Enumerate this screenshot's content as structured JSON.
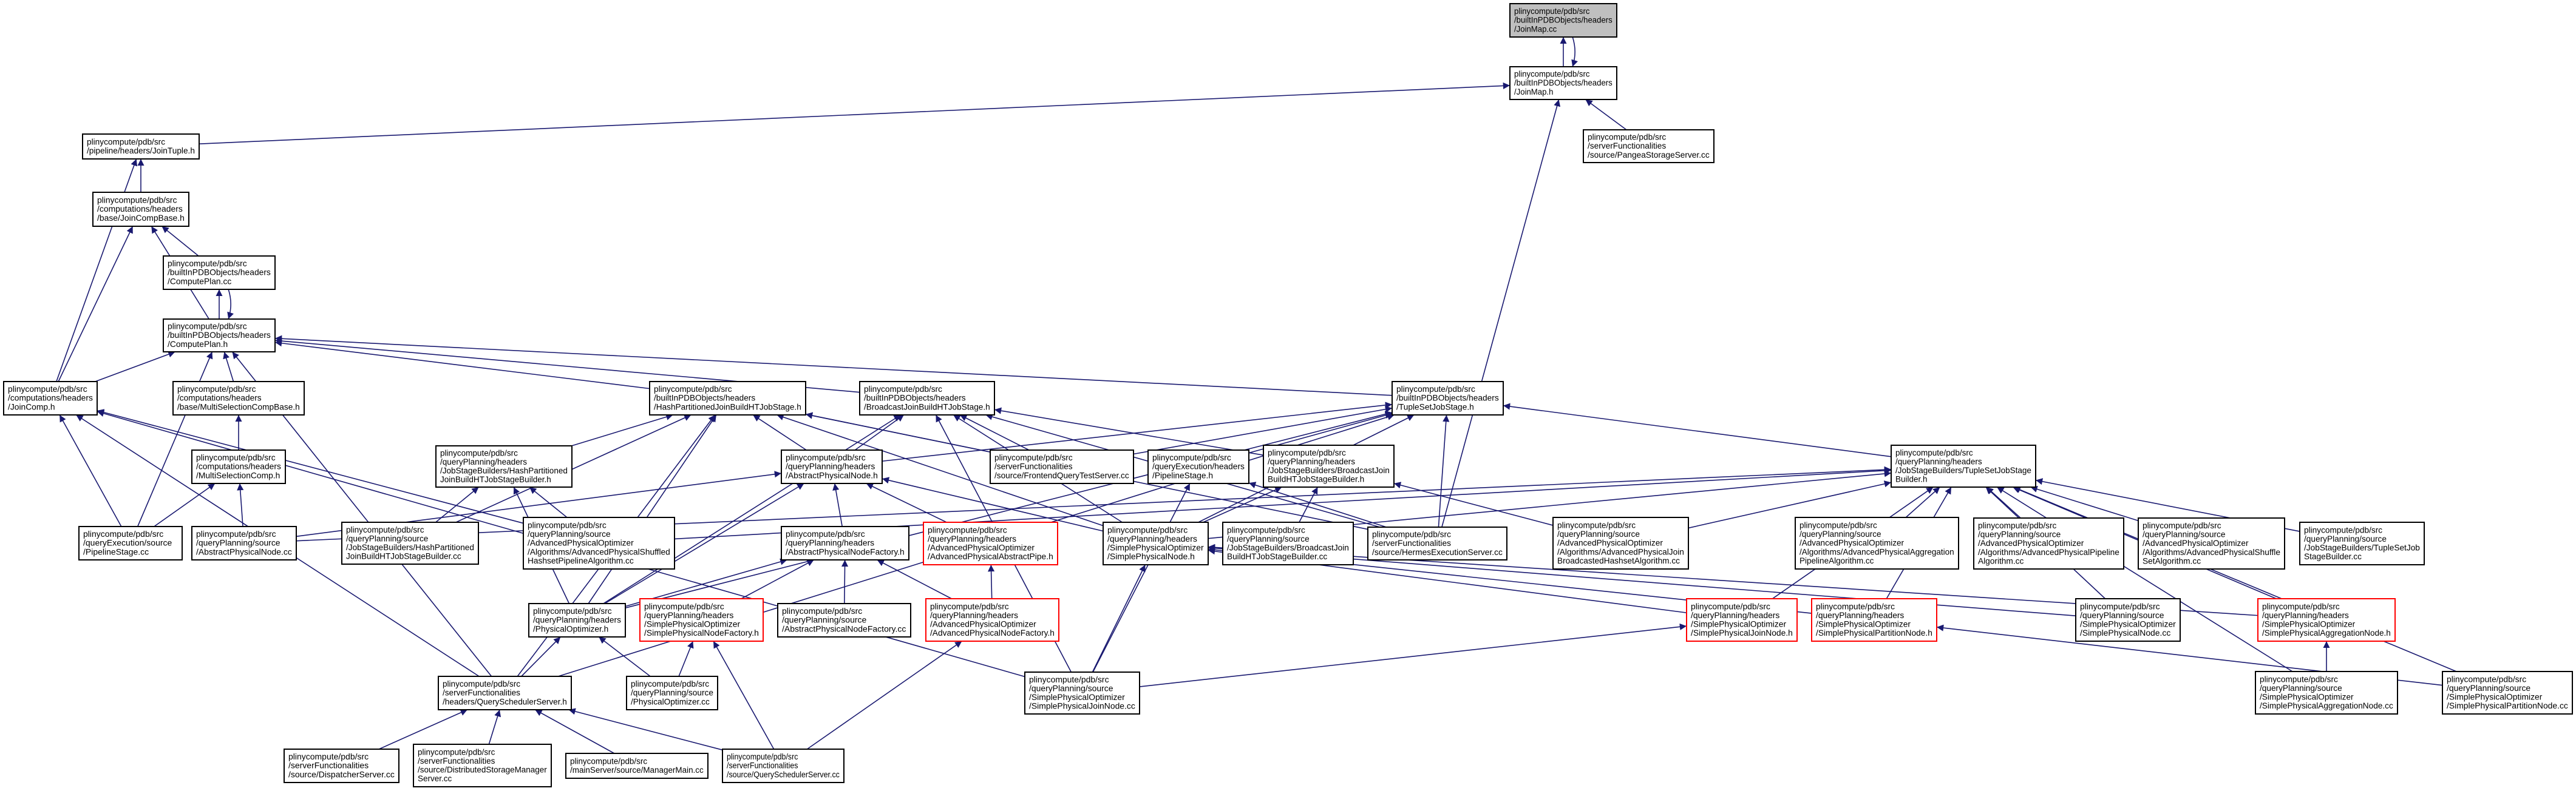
{
  "graph": {
    "edge_color": "#191970",
    "truncated_border_color": "#ff0000",
    "root_fill_color": "#bfbfbf",
    "nodes": [
      {
        "id": "jmcc",
        "style": "gray",
        "lines": [
          "plinycompute/pdb/src",
          "/builtInPDBObjects/headers",
          "/JoinMap.cc"
        ]
      },
      {
        "id": "jmh",
        "style": "normal",
        "lines": [
          "plinycompute/pdb/src",
          "/builtInPDBObjects/headers",
          "/JoinMap.h"
        ]
      },
      {
        "id": "pangea",
        "style": "normal",
        "lines": [
          "plinycompute/pdb/src",
          "/serverFunctionalities",
          "/source/PangeaStorageServer.cc"
        ]
      },
      {
        "id": "jtuple",
        "style": "normal",
        "lines": [
          "plinycompute/pdb/src",
          "/pipeline/headers/JoinTuple.h"
        ]
      },
      {
        "id": "jcb",
        "style": "normal",
        "lines": [
          "plinycompute/pdb/src",
          "/computations/headers",
          "/base/JoinCompBase.h"
        ]
      },
      {
        "id": "cpcc",
        "style": "normal",
        "lines": [
          "plinycompute/pdb/src",
          "/builtInPDBObjects/headers",
          "/ComputePlan.cc"
        ]
      },
      {
        "id": "cph",
        "style": "normal",
        "lines": [
          "plinycompute/pdb/src",
          "/builtInPDBObjects/headers",
          "/ComputePlan.h"
        ]
      },
      {
        "id": "jcomp",
        "style": "normal",
        "lines": [
          "plinycompute/pdb/src",
          "/computations/headers",
          "/JoinComp.h"
        ]
      },
      {
        "id": "mscb",
        "style": "normal",
        "lines": [
          "plinycompute/pdb/src",
          "/computations/headers",
          "/base/MultiSelectionCompBase.h"
        ]
      },
      {
        "id": "msc",
        "style": "normal",
        "lines": [
          "plinycompute/pdb/src",
          "/computations/headers",
          "/MultiSelectionComp.h"
        ]
      },
      {
        "id": "psc",
        "style": "normal",
        "lines": [
          "plinycompute/pdb/src",
          "/queryExecution/source",
          "/PipelineStage.cc"
        ]
      },
      {
        "id": "apncc",
        "style": "normal",
        "lines": [
          "plinycompute/pdb/src",
          "/queryPlanning/source",
          "/AbstractPhysicalNode.cc"
        ]
      },
      {
        "id": "hpst",
        "style": "normal",
        "lines": [
          "plinycompute/pdb/src",
          "/builtInPDBObjects/headers",
          "/HashPartitionedJoinBuildHTJobStage.h"
        ]
      },
      {
        "id": "bst",
        "style": "normal",
        "lines": [
          "plinycompute/pdb/src",
          "/builtInPDBObjects/headers",
          "/BroadcastJoinBuildHTJobStage.h"
        ]
      },
      {
        "id": "tsst",
        "style": "normal",
        "lines": [
          "plinycompute/pdb/src",
          "/builtInPDBObjects/headers",
          "/TupleSetJobStage.h"
        ]
      },
      {
        "id": "hpbh",
        "style": "normal",
        "lines": [
          "plinycompute/pdb/src",
          "/queryPlanning/headers",
          "/JobStageBuilders/HashPartitioned",
          "JoinBuildHTJobStageBuilder.h"
        ]
      },
      {
        "id": "apnh",
        "style": "normal",
        "lines": [
          "plinycompute/pdb/src",
          "/queryPlanning/headers",
          "/AbstractPhysicalNode.h"
        ]
      },
      {
        "id": "fqts",
        "style": "normal",
        "lines": [
          "plinycompute/pdb/src",
          "/serverFunctionalities",
          "/source/FrontendQueryTestServer.cc"
        ]
      },
      {
        "id": "psh",
        "style": "normal",
        "lines": [
          "plinycompute/pdb/src",
          "/queryExecution/headers",
          "/PipelineStage.h"
        ]
      },
      {
        "id": "bbh",
        "style": "normal",
        "lines": [
          "plinycompute/pdb/src",
          "/queryPlanning/headers",
          "/JobStageBuilders/BroadcastJoin",
          "BuildHTJobStageBuilder.h"
        ]
      },
      {
        "id": "tsbh",
        "style": "normal",
        "lines": [
          "plinycompute/pdb/src",
          "/queryPlanning/headers",
          "/JobStageBuilders/TupleSetJobStage",
          "Builder.h"
        ]
      },
      {
        "id": "hpbcc",
        "style": "normal",
        "lines": [
          "plinycompute/pdb/src",
          "/queryPlanning/source",
          "/JobStageBuilders/HashPartitioned",
          "JoinBuildHTJobStageBuilder.cc"
        ]
      },
      {
        "id": "shufhash",
        "style": "normal",
        "lines": [
          "plinycompute/pdb/src",
          "/queryPlanning/source",
          "/AdvancedPhysicalOptimizer",
          "/Algorithms/AdvancedPhysicalShuffled",
          "HashsetPipelineAlgorithm.cc"
        ]
      },
      {
        "id": "apnfh",
        "style": "normal",
        "lines": [
          "plinycompute/pdb/src",
          "/queryPlanning/headers",
          "/AbstractPhysicalNodeFactory.h"
        ]
      },
      {
        "id": "aapipe",
        "style": "red",
        "lines": [
          "plinycompute/pdb/src",
          "/queryPlanning/headers",
          "/AdvancedPhysicalOptimizer",
          "/AdvancedPhysicalAbstractPipe.h"
        ]
      },
      {
        "id": "spnh",
        "style": "normal",
        "lines": [
          "plinycompute/pdb/src",
          "/queryPlanning/headers",
          "/SimplePhysicalOptimizer",
          "/SimplePhysicalNode.h"
        ]
      },
      {
        "id": "bbcc",
        "style": "normal",
        "lines": [
          "plinycompute/pdb/src",
          "/queryPlanning/source",
          "/JobStageBuilders/BroadcastJoin",
          "BuildHTJobStageBuilder.cc"
        ]
      },
      {
        "id": "hermes",
        "style": "normal",
        "lines": [
          "plinycompute/pdb/src",
          "/serverFunctionalities",
          "/source/HermesExecutionServer.cc"
        ]
      },
      {
        "id": "jbh",
        "style": "normal",
        "lines": [
          "plinycompute/pdb/src",
          "/queryPlanning/source",
          "/AdvancedPhysicalOptimizer",
          "/Algorithms/AdvancedPhysicalJoin",
          "BroadcastedHashsetAlgorithm.cc"
        ]
      },
      {
        "id": "aggpipe",
        "style": "normal",
        "lines": [
          "plinycompute/pdb/src",
          "/queryPlanning/source",
          "/AdvancedPhysicalOptimizer",
          "/Algorithms/AdvancedPhysicalAggregation",
          "PipelineAlgorithm.cc"
        ]
      },
      {
        "id": "pipealg",
        "style": "normal",
        "lines": [
          "plinycompute/pdb/src",
          "/queryPlanning/source",
          "/AdvancedPhysicalOptimizer",
          "/Algorithms/AdvancedPhysicalPipeline",
          "Algorithm.cc"
        ]
      },
      {
        "id": "shufset",
        "style": "normal",
        "lines": [
          "plinycompute/pdb/src",
          "/queryPlanning/source",
          "/AdvancedPhysicalOptimizer",
          "/Algorithms/AdvancedPhysicalShuffle",
          "SetAlgorithm.cc"
        ]
      },
      {
        "id": "tsbcc",
        "style": "normal",
        "lines": [
          "plinycompute/pdb/src",
          "/queryPlanning/source",
          "/JobStageBuilders/TupleSetJob",
          "StageBuilder.cc"
        ]
      },
      {
        "id": "poh",
        "style": "normal",
        "lines": [
          "plinycompute/pdb/src",
          "/queryPlanning/headers",
          "/PhysicalOptimizer.h"
        ]
      },
      {
        "id": "spnfh",
        "style": "red",
        "lines": [
          "plinycompute/pdb/src",
          "/queryPlanning/headers",
          "/SimplePhysicalOptimizer",
          "/SimplePhysicalNodeFactory.h"
        ]
      },
      {
        "id": "apnfcc",
        "style": "normal",
        "lines": [
          "plinycompute/pdb/src",
          "/queryPlanning/source",
          "/AbstractPhysicalNodeFactory.cc"
        ]
      },
      {
        "id": "anfh",
        "style": "red",
        "lines": [
          "plinycompute/pdb/src",
          "/queryPlanning/headers",
          "/AdvancedPhysicalOptimizer",
          "/AdvancedPhysicalNodeFactory.h"
        ]
      },
      {
        "id": "spjnh",
        "style": "red",
        "lines": [
          "plinycompute/pdb/src",
          "/queryPlanning/headers",
          "/SimplePhysicalOptimizer",
          "/SimplePhysicalJoinNode.h"
        ]
      },
      {
        "id": "sppnh",
        "style": "red",
        "lines": [
          "plinycompute/pdb/src",
          "/queryPlanning/headers",
          "/SimplePhysicalOptimizer",
          "/SimplePhysicalPartitionNode.h"
        ]
      },
      {
        "id": "spncc",
        "style": "normal",
        "lines": [
          "plinycompute/pdb/src",
          "/queryPlanning/source",
          "/SimplePhysicalOptimizer",
          "/SimplePhysicalNode.cc"
        ]
      },
      {
        "id": "spanh",
        "style": "red",
        "lines": [
          "plinycompute/pdb/src",
          "/queryPlanning/headers",
          "/SimplePhysicalOptimizer",
          "/SimplePhysicalAggregationNode.h"
        ]
      },
      {
        "id": "qssh",
        "style": "normal",
        "lines": [
          "plinycompute/pdb/src",
          "/serverFunctionalities",
          "/headers/QuerySchedulerServer.h"
        ]
      },
      {
        "id": "pocc",
        "style": "normal",
        "lines": [
          "plinycompute/pdb/src",
          "/queryPlanning/source",
          "/PhysicalOptimizer.cc"
        ]
      },
      {
        "id": "spjncc",
        "style": "normal",
        "lines": [
          "plinycompute/pdb/src",
          "/queryPlanning/source",
          "/SimplePhysicalOptimizer",
          "/SimplePhysicalJoinNode.cc"
        ]
      },
      {
        "id": "spancc",
        "style": "normal",
        "lines": [
          "plinycompute/pdb/src",
          "/queryPlanning/source",
          "/SimplePhysicalOptimizer",
          "/SimplePhysicalAggregationNode.cc"
        ]
      },
      {
        "id": "sppncc",
        "style": "normal",
        "lines": [
          "plinycompute/pdb/src",
          "/queryPlanning/source",
          "/SimplePhysicalOptimizer",
          "/SimplePhysicalPartitionNode.cc"
        ]
      },
      {
        "id": "disp",
        "style": "normal",
        "lines": [
          "plinycompute/pdb/src",
          "/serverFunctionalities",
          "/source/DispatcherServer.cc"
        ]
      },
      {
        "id": "dsm",
        "style": "normal",
        "lines": [
          "plinycompute/pdb/src",
          "/serverFunctionalities",
          "/source/DistributedStorageManager",
          "Server.cc"
        ]
      },
      {
        "id": "mmain",
        "style": "normal",
        "lines": [
          "plinycompute/pdb/src",
          "/mainServer/source/ManagerMain.cc"
        ]
      },
      {
        "id": "qsscc",
        "style": "normal",
        "lines": [
          "plinycompute/pdb/src",
          "/serverFunctionalities",
          "/source/QuerySchedulerServer.cc"
        ]
      }
    ],
    "edges": [
      [
        "jmh",
        "jmcc"
      ],
      [
        "jmcc",
        "jmh"
      ],
      [
        "pangea",
        "jmh"
      ],
      [
        "jtuple",
        "jmh"
      ],
      [
        "hermes",
        "jmh"
      ],
      [
        "jcb",
        "jtuple"
      ],
      [
        "jcomp",
        "jtuple"
      ],
      [
        "cpcc",
        "jcb"
      ],
      [
        "cph",
        "jcb"
      ],
      [
        "jcomp",
        "jcb"
      ],
      [
        "cph",
        "cpcc"
      ],
      [
        "cpcc",
        "cph"
      ],
      [
        "jcomp",
        "cph"
      ],
      [
        "mscb",
        "cph"
      ],
      [
        "psc",
        "cph"
      ],
      [
        "qssh",
        "cph"
      ],
      [
        "hpst",
        "cph"
      ],
      [
        "bst",
        "cph"
      ],
      [
        "tsst",
        "cph"
      ],
      [
        "msc",
        "mscb"
      ],
      [
        "psc",
        "msc"
      ],
      [
        "apncc",
        "msc"
      ],
      [
        "psc",
        "jcomp"
      ],
      [
        "spjncc",
        "jcomp"
      ],
      [
        "shufhash",
        "jcomp"
      ],
      [
        "qssh",
        "jcomp"
      ],
      [
        "hpbh",
        "hpst"
      ],
      [
        "hpbcc",
        "hpst"
      ],
      [
        "apnh",
        "hpst"
      ],
      [
        "spnh",
        "hpst"
      ],
      [
        "hermes",
        "hpst"
      ],
      [
        "fqts",
        "hpst"
      ],
      [
        "qssh",
        "hpst"
      ],
      [
        "poh",
        "hpst"
      ],
      [
        "apnh",
        "bst"
      ],
      [
        "fqts",
        "bst"
      ],
      [
        "spnh",
        "bst"
      ],
      [
        "hermes",
        "bst"
      ],
      [
        "bbh",
        "bst"
      ],
      [
        "poh",
        "bst"
      ],
      [
        "spjncc",
        "bst"
      ],
      [
        "apnh",
        "tsst"
      ],
      [
        "fqts",
        "tsst"
      ],
      [
        "psh",
        "tsst"
      ],
      [
        "spnh",
        "tsst"
      ],
      [
        "hermes",
        "tsst"
      ],
      [
        "tsbh",
        "tsst"
      ],
      [
        "qssh",
        "tsst"
      ],
      [
        "poh",
        "tsst"
      ],
      [
        "hpbcc",
        "hpbh"
      ],
      [
        "shufhash",
        "hpbh"
      ],
      [
        "poh",
        "hpbh"
      ],
      [
        "apnfh",
        "apnh"
      ],
      [
        "aapipe",
        "apnh"
      ],
      [
        "spnh",
        "apnh"
      ],
      [
        "apncc",
        "apnh"
      ],
      [
        "poh",
        "apnh"
      ],
      [
        "hermes",
        "psh"
      ],
      [
        "spjncc",
        "psh"
      ],
      [
        "bbcc",
        "bbh"
      ],
      [
        "jbh",
        "bbh"
      ],
      [
        "spnh",
        "bbh"
      ],
      [
        "shufhash",
        "tsbh"
      ],
      [
        "jbh",
        "tsbh"
      ],
      [
        "aggpipe",
        "tsbh"
      ],
      [
        "pipealg",
        "tsbh"
      ],
      [
        "shufset",
        "tsbh"
      ],
      [
        "tsbcc",
        "tsbh"
      ],
      [
        "spnh",
        "tsbh"
      ],
      [
        "spjnh",
        "tsbh"
      ],
      [
        "sppnh",
        "tsbh"
      ],
      [
        "spncc",
        "tsbh"
      ],
      [
        "spanh",
        "tsbh"
      ],
      [
        "spancc",
        "tsbh"
      ],
      [
        "sppncc",
        "tsbh"
      ],
      [
        "apncc",
        "tsbh"
      ],
      [
        "spnfh",
        "apnfh"
      ],
      [
        "apnfcc",
        "apnfh"
      ],
      [
        "anfh",
        "apnfh"
      ],
      [
        "poh",
        "apnfh"
      ],
      [
        "anfh",
        "aapipe"
      ],
      [
        "spjncc",
        "spnh"
      ],
      [
        "spjnh",
        "spnh"
      ],
      [
        "sppnh",
        "spnh"
      ],
      [
        "spncc",
        "spnh"
      ],
      [
        "spanh",
        "spnh"
      ],
      [
        "qssh",
        "poh"
      ],
      [
        "pocc",
        "poh"
      ],
      [
        "pocc",
        "spnfh"
      ],
      [
        "qsscc",
        "spnfh"
      ],
      [
        "qsscc",
        "anfh"
      ],
      [
        "spjncc",
        "spjnh"
      ],
      [
        "sppncc",
        "sppnh"
      ],
      [
        "spancc",
        "spanh"
      ],
      [
        "disp",
        "qssh"
      ],
      [
        "dsm",
        "qssh"
      ],
      [
        "mmain",
        "qssh"
      ],
      [
        "qsscc",
        "qssh"
      ]
    ]
  }
}
